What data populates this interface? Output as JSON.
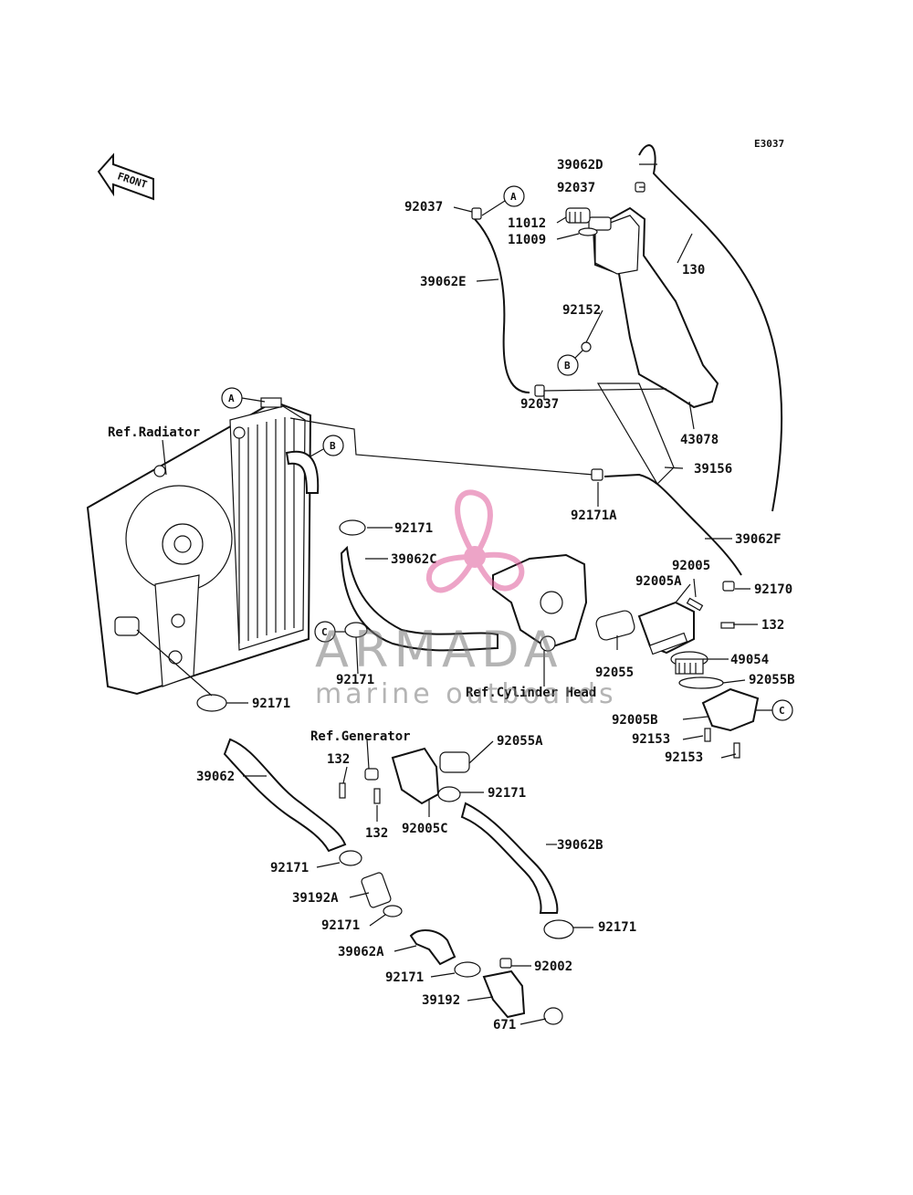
{
  "diagram_code": "E3037",
  "front_label": "FRONT",
  "watermark": {
    "brand": "ARMADA",
    "tagline": "marine outboards",
    "logo_color": "#e05a9a"
  },
  "circle_markers": {
    "a": "A",
    "b": "B",
    "c": "C"
  },
  "labels": {
    "p39062D": "39062D",
    "p92037_top": "92037",
    "p92037_left": "92037",
    "p11012": "11012",
    "p11009": "11009",
    "p130": "130",
    "p39062E": "39062E",
    "p92152": "92152",
    "p92037_bottom": "92037",
    "p43078": "43078",
    "ref_radiator": "Ref.Radiator",
    "p39156": "39156",
    "p92171A": "92171A",
    "p92171_1": "92171",
    "p39062C": "39062C",
    "p39062F": "39062F",
    "p92005": "92005",
    "p92005A": "92005A",
    "p92170": "92170",
    "p132_right": "132",
    "p49054": "49054",
    "p92055": "92055",
    "p92055B": "92055B",
    "p92171_2": "92171",
    "ref_cylinder_head": "Ref.Cylinder Head",
    "p92005B": "92005B",
    "p92153_1": "92153",
    "p92153_2": "92153",
    "p92171_3": "92171",
    "ref_generator": "Ref.Generator",
    "p92055A": "92055A",
    "p132_left": "132",
    "p39062": "39062",
    "p92171_4": "92171",
    "p132_mid": "132",
    "p92005C": "92005C",
    "p39062B": "39062B",
    "p92171_5": "92171",
    "p39192A": "39192A",
    "p92171_6": "92171",
    "p92171_7": "92171",
    "p39062A": "39062A",
    "p92002": "92002",
    "p92171_8": "92171",
    "p39192": "39192",
    "p671": "671"
  }
}
